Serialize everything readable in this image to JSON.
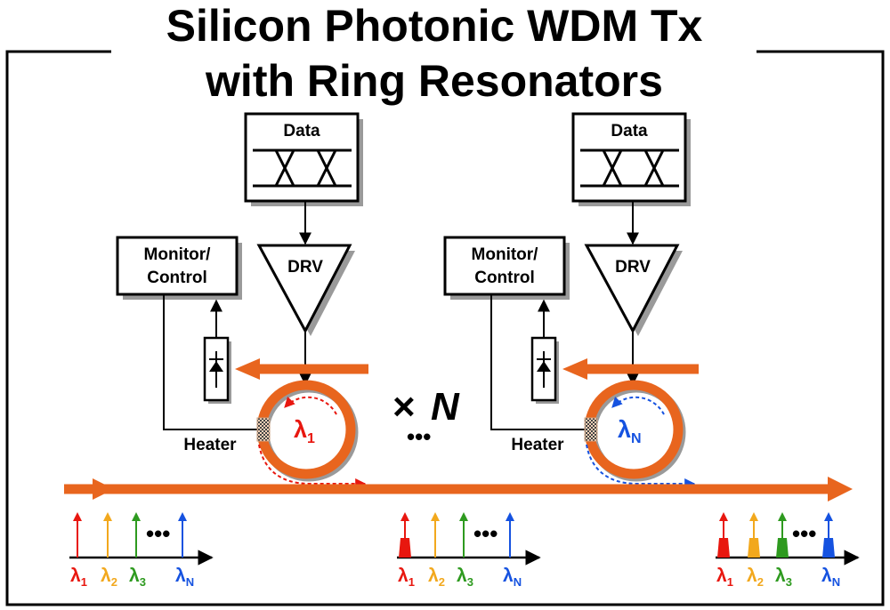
{
  "title": {
    "line1": "Silicon Photonic WDM Tx",
    "line2": "with Ring Resonators"
  },
  "channels": [
    {
      "data_label": "Data",
      "driver_label": "DRV",
      "monitor_line1": "Monitor/",
      "monitor_line2": "Control",
      "heater_label": "Heater",
      "ring_lambda": "λ",
      "ring_lambda_sub": "1",
      "ring_color": "#e8170f"
    },
    {
      "data_label": "Data",
      "driver_label": "DRV",
      "monitor_line1": "Monitor/",
      "monitor_line2": "Control",
      "heater_label": "Heater",
      "ring_lambda": "λ",
      "ring_lambda_sub": "N",
      "ring_color": "#1552e0"
    }
  ],
  "multiplier": {
    "times": "×",
    "n": "N",
    "ellipsis": "•••"
  },
  "spectra": [
    {
      "stage": "input",
      "ellipsis": "•••",
      "lines": [
        {
          "lambda": "λ",
          "sub": "1",
          "color": "#e8170f",
          "modulated": false
        },
        {
          "lambda": "λ",
          "sub": "2",
          "color": "#f2a81d",
          "modulated": false
        },
        {
          "lambda": "λ",
          "sub": "3",
          "color": "#2e9a1f",
          "modulated": false
        },
        {
          "lambda": "λ",
          "sub": "N",
          "color": "#1552e0",
          "modulated": false
        }
      ]
    },
    {
      "stage": "after-first-ring",
      "ellipsis": "•••",
      "lines": [
        {
          "lambda": "λ",
          "sub": "1",
          "color": "#e8170f",
          "modulated": true
        },
        {
          "lambda": "λ",
          "sub": "2",
          "color": "#f2a81d",
          "modulated": false
        },
        {
          "lambda": "λ",
          "sub": "3",
          "color": "#2e9a1f",
          "modulated": false
        },
        {
          "lambda": "λ",
          "sub": "N",
          "color": "#1552e0",
          "modulated": false
        }
      ]
    },
    {
      "stage": "output",
      "ellipsis": "•••",
      "lines": [
        {
          "lambda": "λ",
          "sub": "1",
          "color": "#e8170f",
          "modulated": true
        },
        {
          "lambda": "λ",
          "sub": "2",
          "color": "#f2a81d",
          "modulated": true
        },
        {
          "lambda": "λ",
          "sub": "3",
          "color": "#2e9a1f",
          "modulated": true
        },
        {
          "lambda": "λ",
          "sub": "N",
          "color": "#1552e0",
          "modulated": true
        }
      ]
    }
  ],
  "colors": {
    "waveguide": "#e8651e",
    "outline": "#000000",
    "shadow": "#9a9a9a"
  }
}
